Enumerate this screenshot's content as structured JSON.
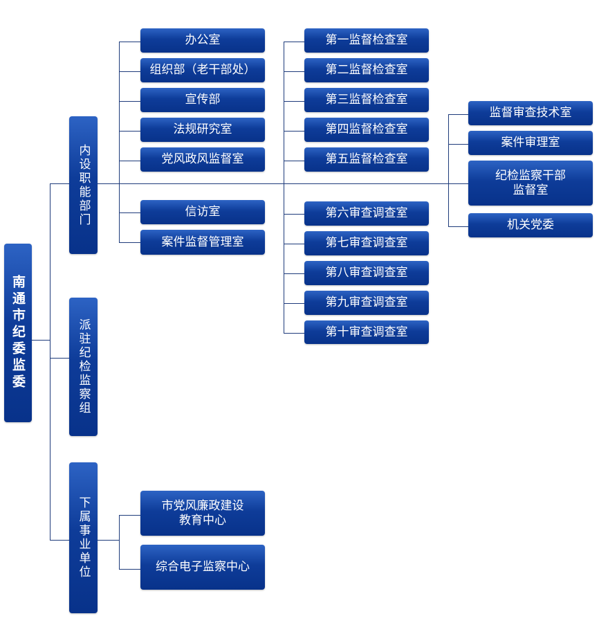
{
  "root": {
    "label": "南通市纪委监委"
  },
  "categories": {
    "internal": "内设职能部门",
    "dispatched": "派驻纪检监察组",
    "affiliated": "下属事业单位"
  },
  "internal_departments": {
    "col1_top": [
      "办公室",
      "组织部（老干部处）",
      "宣传部",
      "法规研究室",
      "党风政风监督室"
    ],
    "col1_bottom": [
      "信访室",
      "案件监督管理室"
    ],
    "supervision_inspection": [
      "第一监督检查室",
      "第二监督检查室",
      "第三监督检查室",
      "第四监督检查室",
      "第五监督检查室"
    ],
    "review_investigation": [
      "第六审查调查室",
      "第七审查调查室",
      "第八审查调查室",
      "第九审查调查室",
      "第十审查调查室"
    ],
    "col3": [
      "监督审查技术室",
      "案件审理室",
      "纪检监察干部\n监督室",
      "机关党委"
    ]
  },
  "affiliated_units": [
    "市党风廉政建设\n教育中心",
    "综合电子监察中心"
  ],
  "colors": {
    "node": "#0e3c99",
    "line": "#1d3a7a",
    "text": "#ffffff"
  }
}
